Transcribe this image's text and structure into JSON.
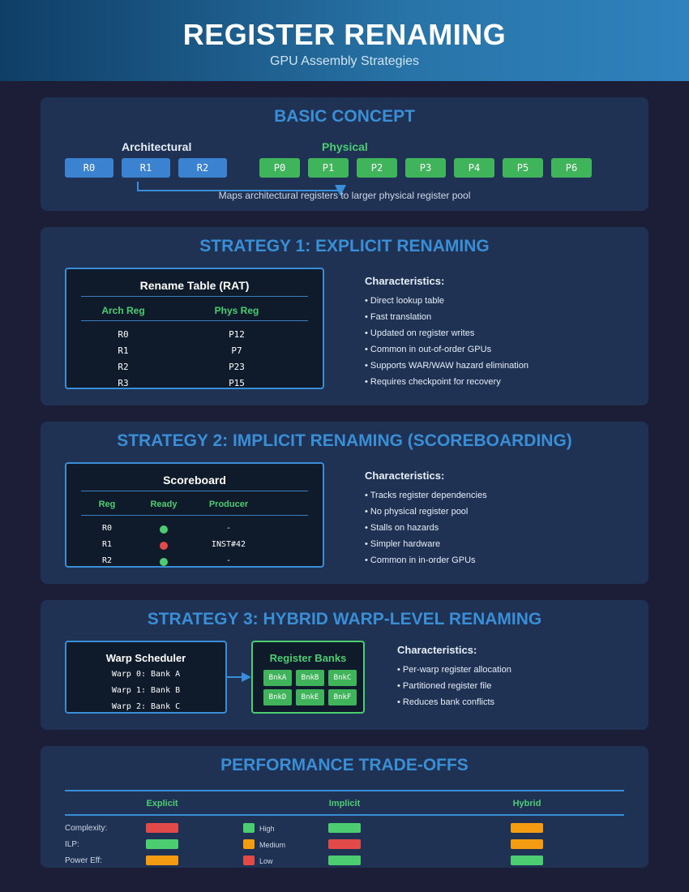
{
  "header": {
    "title": "REGISTER RENAMING",
    "subtitle": "GPU Assembly Strategies"
  },
  "basic": {
    "title": "BASIC CONCEPT",
    "arch_label": "Architectural",
    "phys_label": "Physical",
    "arch_regs": [
      "R0",
      "R1",
      "R2"
    ],
    "phys_regs": [
      "P0",
      "P1",
      "P2",
      "P3",
      "P4",
      "P5",
      "P6"
    ],
    "caption": "Maps architectural registers to larger physical register pool"
  },
  "s1": {
    "title": "STRATEGY 1: EXPLICIT RENAMING",
    "panel_title": "Rename Table (RAT)",
    "headers": [
      "Arch Reg",
      "Phys Reg"
    ],
    "rows": [
      [
        "R0",
        "P12"
      ],
      [
        "R1",
        "P7"
      ],
      [
        "R2",
        "P23"
      ],
      [
        "R3",
        "P15"
      ]
    ],
    "char_title": "Characteristics:",
    "chars": [
      "Direct lookup table",
      "Fast translation",
      "Updated on register writes",
      "Common in out-of-order GPUs",
      "Supports WAR/WAW hazard elimination",
      "Requires checkpoint for recovery"
    ]
  },
  "s2": {
    "title": "STRATEGY 2: IMPLICIT RENAMING (SCOREBOARDING)",
    "panel_title": "Scoreboard",
    "headers": [
      "Reg",
      "Ready",
      "Producer"
    ],
    "rows": [
      {
        "reg": "R0",
        "ready": "green",
        "producer": "-"
      },
      {
        "reg": "R1",
        "ready": "red",
        "producer": "INST#42"
      },
      {
        "reg": "R2",
        "ready": "green",
        "producer": "-"
      }
    ],
    "char_title": "Characteristics:",
    "chars": [
      "Tracks register dependencies",
      "No physical register pool",
      "Stalls on hazards",
      "Simpler hardware",
      "Common in in-order GPUs"
    ]
  },
  "s3": {
    "title": "STRATEGY 3: HYBRID WARP-LEVEL RENAMING",
    "sched_title": "Warp Scheduler",
    "sched_lines": [
      "Warp 0: Bank A",
      "Warp 1: Bank B",
      "Warp 2: Bank C"
    ],
    "banks_title": "Register Banks",
    "banks": [
      "BnkA",
      "BnkB",
      "BnkC",
      "BnkD",
      "BnkE",
      "BnkF"
    ],
    "char_title": "Characteristics:",
    "chars": [
      "Per-warp register allocation",
      "Partitioned register file",
      "Reduces bank conflicts"
    ]
  },
  "perf": {
    "title": "PERFORMANCE TRADE-OFFS",
    "columns": [
      "Explicit",
      "Implicit",
      "Hybrid"
    ],
    "rows": [
      {
        "label": "Complexity:",
        "levels": [
          "low",
          "high",
          "med"
        ]
      },
      {
        "label": "ILP:",
        "levels": [
          "high",
          "low",
          "med"
        ]
      },
      {
        "label": "Power Eff:",
        "levels": [
          "med",
          "high",
          "high"
        ]
      }
    ],
    "legend": [
      {
        "level": "high",
        "label": "High"
      },
      {
        "level": "med",
        "label": "Medium"
      },
      {
        "level": "low",
        "label": "Low"
      }
    ],
    "colors": {
      "high": "#4ccd72",
      "med": "#f39c12",
      "low": "#e24a4a"
    }
  }
}
